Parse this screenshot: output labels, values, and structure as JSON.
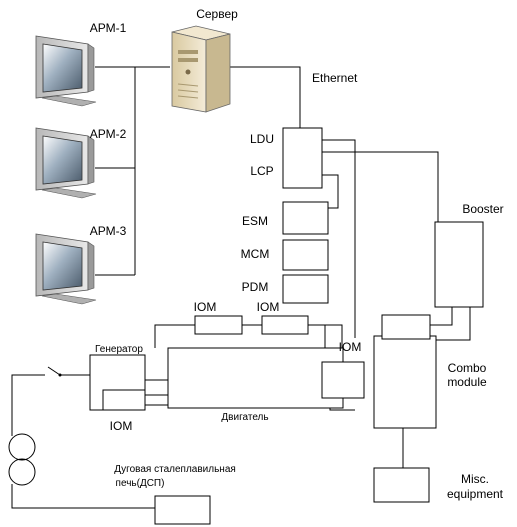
{
  "labels": {
    "arm1": "АРМ-1",
    "arm2": "АРМ-2",
    "arm3": "АРМ-3",
    "server": "Сервер",
    "ethernet": "Ethernet",
    "ldu": "LDU",
    "lcp": "LCP",
    "esm": "ESM",
    "mcm": "MCM",
    "pdm": "PDM",
    "booster": "Booster",
    "iom_left": "IOM",
    "iom_mid": "IOM",
    "iom_right": "IOM",
    "iom_bottom": "IOM",
    "generator": "Генератор",
    "motor": "Двигатель",
    "combo_line1": "Combo",
    "combo_line2": "module",
    "misc_line1": "Misc.",
    "misc_line2": "equipment",
    "furnace_line1": "Дуговая сталеплавильная",
    "furnace_line2": "печь(ДСП)"
  },
  "colors": {
    "line": "#000000",
    "monitor_frame": "#c8c8c8",
    "monitor_screen": "#5a6a7a",
    "server_body": "#e8dcc0"
  },
  "icons": [
    "monitor-icon",
    "server-tower-icon",
    "transformer-icon",
    "switch-icon"
  ]
}
